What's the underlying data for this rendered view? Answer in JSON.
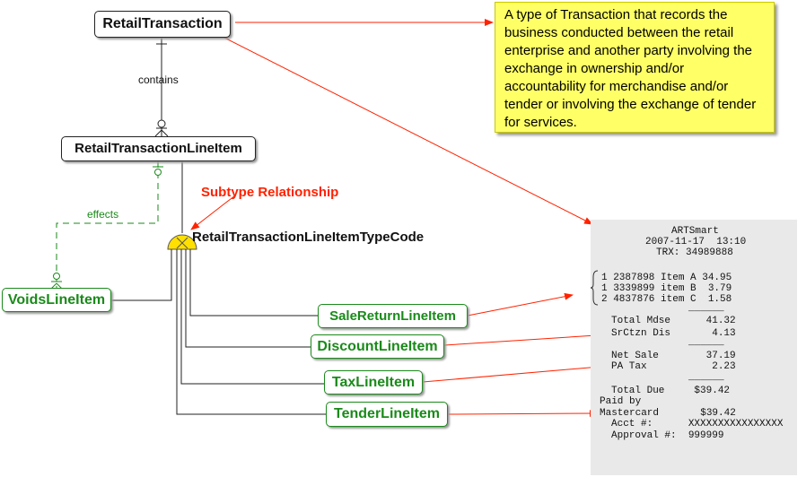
{
  "entities": {
    "retail_transaction": "RetailTransaction",
    "line_item": "RetailTransactionLineItem",
    "voids": "VoidsLineItem",
    "sale_return": "SaleReturnLineItem",
    "discount": "DiscountLineItem",
    "tax": "TaxLineItem",
    "tender": "TenderLineItem"
  },
  "relationships": {
    "contains": "contains",
    "effects": "effects",
    "subtype_title": "Subtype Relationship",
    "subtype_code": "RetailTransactionLineItemTypeCode"
  },
  "note": {
    "text": "A type of Transaction that records the business conducted between the retail enterprise and another party involving the exchange in ownership and/or accountability for merchandise and/or tender or involving the exchange of tender for services."
  },
  "receipt": {
    "store": "ARTSmart",
    "datetime": "2007-11-17  13:10",
    "trx": "TRX: 34989888",
    "items": [
      "1 2387898 Item A 34.95",
      "1 3339899 item B  3.79",
      "2 4837876 item C  1.58"
    ],
    "rule1": "______",
    "total_mdse": "Total Mdse      41.32",
    "srctzn": "SrCtzn Dis       4.13",
    "rule2": "______",
    "net_sale": "Net Sale        37.19",
    "pa_tax": "PA Tax           2.23",
    "rule3": "______",
    "total_due": "Total Due     $39.42",
    "paid_by": "Paid by",
    "mastercard": "Mastercard       $39.42",
    "acct": "Acct #:      XXXXXXXXXXXXXXXX",
    "approval": "Approval #:  999999"
  },
  "colors": {
    "entity_green": "#1a8a1a",
    "arrow_red": "#ff2200",
    "note_yellow": "#ffff66",
    "subtype_yellow": "#ffe000",
    "receipt_gray": "#e9e9e9"
  }
}
